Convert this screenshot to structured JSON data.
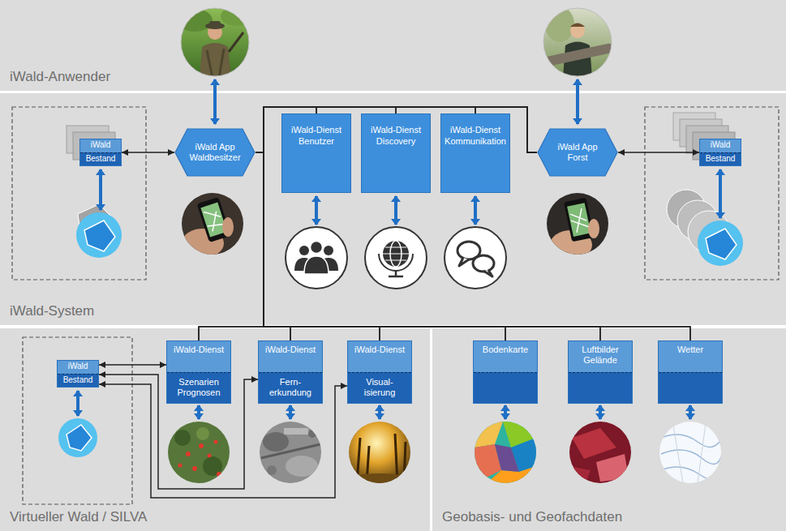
{
  "diagram": {
    "nodes": [
      {
        "text": [
          "iWald-Anwender"
        ]
      },
      {
        "text": [
          "iWald-System"
        ]
      },
      {
        "text": [
          "iWald",
          "Bestand"
        ],
        "in": 1
      },
      {
        "text": [
          "iWald App Waldbesitzer"
        ],
        "in": 1
      },
      {
        "text": [
          "iWald-Dienst Benutzer"
        ],
        "in": 1
      },
      {
        "text": [
          "iWald-Dienst Discovery"
        ],
        "in": 1
      },
      {
        "text": [
          "iWald-Dienst Kommunikation"
        ],
        "in": 1
      },
      {
        "text": [
          "iWald App Forst"
        ],
        "in": 1
      },
      {
        "text": [
          "iWald",
          "Bestand"
        ],
        "in": 1
      },
      {
        "text": [
          "Virtueller Wald / SILVA"
        ]
      },
      {
        "text": [
          "iWald",
          "Bestand"
        ],
        "in": 9
      },
      {
        "text": [
          "iWald-Dienst",
          "Szenarien Prognosen"
        ],
        "in": 9
      },
      {
        "text": [
          "iWald-Dienst",
          "Fern- erkundung"
        ],
        "in": 9
      },
      {
        "text": [
          "iWald-Dienst",
          "Visual- isierung"
        ],
        "in": 9
      },
      {
        "text": [
          "Geobasis- und Geofachdaten"
        ]
      },
      {
        "text": [
          "Bodenkarte"
        ],
        "in": 14
      },
      {
        "text": [
          "Luftbilder Gelände"
        ],
        "in": 14
      },
      {
        "text": [
          "Wetter"
        ],
        "in": 14
      }
    ],
    "edges": [
      {
        "from": 3,
        "to": 2,
        "arrow": "both"
      },
      {
        "from": 7,
        "to": 8,
        "arrow": "both"
      },
      {
        "from": 3,
        "to": 4,
        "arrow": "none"
      },
      {
        "from": 3,
        "to": 5,
        "arrow": "none"
      },
      {
        "from": 3,
        "to": 6,
        "arrow": "none"
      },
      {
        "from": 3,
        "to": 11,
        "arrow": "none"
      },
      {
        "from": 3,
        "to": 12,
        "arrow": "none"
      },
      {
        "from": 3,
        "to": 13,
        "arrow": "none"
      },
      {
        "from": 3,
        "to": 15,
        "arrow": "none"
      },
      {
        "from": 3,
        "to": 16,
        "arrow": "none"
      },
      {
        "from": 3,
        "to": 17,
        "arrow": "none"
      },
      {
        "from": 7,
        "to": 4,
        "arrow": "none"
      },
      {
        "from": 7,
        "to": 5,
        "arrow": "none"
      },
      {
        "from": 7,
        "to": 6,
        "arrow": "none"
      },
      {
        "from": 7,
        "to": 11,
        "arrow": "none"
      },
      {
        "from": 7,
        "to": 12,
        "arrow": "none"
      },
      {
        "from": 7,
        "to": 13,
        "arrow": "none"
      },
      {
        "from": 7,
        "to": 15,
        "arrow": "none"
      },
      {
        "from": 7,
        "to": 16,
        "arrow": "none"
      },
      {
        "from": 7,
        "to": 17,
        "arrow": "none"
      },
      {
        "from": 10,
        "to": 11,
        "arrow": "both"
      },
      {
        "from": 10,
        "to": 12,
        "arrow": "both"
      },
      {
        "from": 10,
        "to": 13,
        "arrow": "both"
      }
    ]
  }
}
